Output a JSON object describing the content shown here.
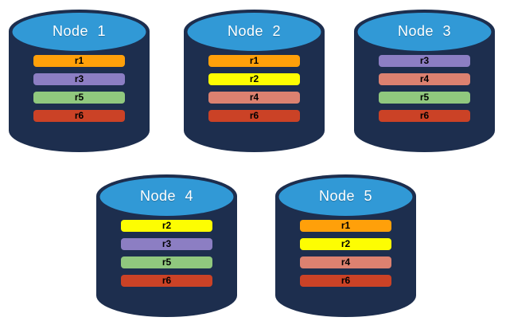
{
  "diagram": {
    "background_color": "#ffffff",
    "cylinder": {
      "body_color": "#1d2e4e",
      "top_color": "#3199d6",
      "title_color": "#ffffff"
    },
    "bar_text_color": "#000000",
    "replica_colors": {
      "r1": "#ffa00a",
      "r2": "#fdfd02",
      "r3": "#8c7ec3",
      "r4": "#dc8170",
      "r5": "#90c87e",
      "r6": "#cb4226"
    },
    "nodes": [
      {
        "label": "Node 1",
        "replicas": [
          {
            "id": "r1",
            "color": "#ffa00a"
          },
          {
            "id": "r3",
            "color": "#8c7ec3"
          },
          {
            "id": "r5",
            "color": "#90c87e"
          },
          {
            "id": "r6",
            "color": "#cb4226"
          }
        ]
      },
      {
        "label": "Node 2",
        "replicas": [
          {
            "id": "r1",
            "color": "#ffa00a"
          },
          {
            "id": "r2",
            "color": "#fdfd02"
          },
          {
            "id": "r4",
            "color": "#dc8170"
          },
          {
            "id": "r6",
            "color": "#cb4226"
          }
        ]
      },
      {
        "label": "Node 3",
        "replicas": [
          {
            "id": "r3",
            "color": "#8c7ec3"
          },
          {
            "id": "r4",
            "color": "#dc8170"
          },
          {
            "id": "r5",
            "color": "#90c87e"
          },
          {
            "id": "r6",
            "color": "#cb4226"
          }
        ]
      },
      {
        "label": "Node 4",
        "replicas": [
          {
            "id": "r2",
            "color": "#fdfd02"
          },
          {
            "id": "r3",
            "color": "#8c7ec3"
          },
          {
            "id": "r5",
            "color": "#90c87e"
          },
          {
            "id": "r6",
            "color": "#cb4226"
          }
        ]
      },
      {
        "label": "Node 5",
        "replicas": [
          {
            "id": "r1",
            "color": "#ffa00a"
          },
          {
            "id": "r2",
            "color": "#fdfd02"
          },
          {
            "id": "r4",
            "color": "#dc8170"
          },
          {
            "id": "r6",
            "color": "#cb4226"
          }
        ]
      }
    ]
  }
}
